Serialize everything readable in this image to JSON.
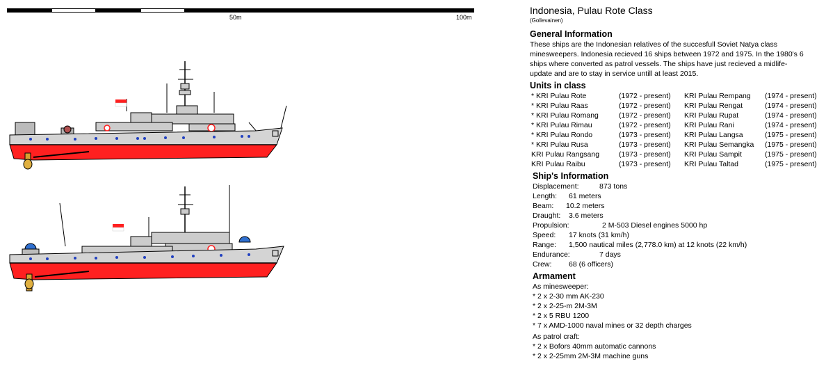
{
  "scale": {
    "label_mid": "50m",
    "label_end": "100m"
  },
  "title": "Indonesia, Pulau Rote Class",
  "subtitle": "(Gollevainen)",
  "general": {
    "heading": "General Information",
    "text": "These ships are the Indonesian relatives of the succesfull Soviet Natya class minesweepers. Indonesia recieved 16 ships between 1972 and 1975. In the 1980's 6 ships where converted as patrol vessels. The ships have just recieved a midlife-update and are to stay in service untill at least 2015."
  },
  "units": {
    "heading": "Units in class",
    "left": [
      {
        "name": "* KRI Pulau Rote",
        "years": "(1972 - present)"
      },
      {
        "name": "* KRI Pulau Raas",
        "years": "(1972 - present)"
      },
      {
        "name": "* KRI Pulau Romang",
        "years": "(1972 - present)"
      },
      {
        "name": "* KRI Pulau Rimau",
        "years": "(1972 - present)"
      },
      {
        "name": "* KRI Pulau Rondo",
        "years": "(1973 - present)"
      },
      {
        "name": "* KRI Pulau Rusa",
        "years": "(1973 - present)"
      },
      {
        "name": "KRI Pulau Rangsang",
        "years": "(1973 - present)"
      },
      {
        "name": "KRI Pulau Raibu",
        "years": "(1973 - present)"
      }
    ],
    "right": [
      {
        "name": "KRI Pulau Rempang",
        "years": "(1974 - present)"
      },
      {
        "name": "KRI Pulau Rengat",
        "years": "(1974 - present)"
      },
      {
        "name": "KRI Pulau Rupat",
        "years": "(1974 - present)"
      },
      {
        "name": "KRI Pulau Rani",
        "years": "(1974 - present)"
      },
      {
        "name": "KRI Pulau Langsa",
        "years": "(1975 - present)"
      },
      {
        "name": "KRI Pulau Semangka",
        "years": "(1975 - present)"
      },
      {
        "name": "KRI Pulau Sampit",
        "years": "(1975 - present)"
      },
      {
        "name": "KRI Pulau Taltad",
        "years": "(1975 - present)"
      }
    ]
  },
  "ship_info": {
    "heading": "Ship's Information",
    "rows": [
      {
        "k": "Displacement:",
        "v": "873 tons"
      },
      {
        "k": "Length:",
        "v": "61 meters"
      },
      {
        "k": "Beam:",
        "v": "10.2 meters"
      },
      {
        "k": "Draught:",
        "v": "3.6 meters"
      },
      {
        "k": "Propulsion:",
        "v": "2 M-503 Diesel engines 5000 hp"
      },
      {
        "k": "Speed:",
        "v": "17 knots (31 km/h)"
      },
      {
        "k": "Range:",
        "v": "1,500 nautical miles (2,778.0 km) at 12 knots (22 km/h)"
      },
      {
        "k": "Endurance:",
        "v": "7 days"
      },
      {
        "k": "Crew:",
        "v": "68 (6 officers)"
      }
    ]
  },
  "armament": {
    "heading": "Armament",
    "mine_label": "As minesweeper:",
    "mine_items": [
      "* 2 x 2-30 mm AK-230",
      "* 2 x 2-25-m 2M-3M",
      "* 2 x 5 RBU 1200",
      "* 7 x AMD-1000 naval mines or 32 depth charges"
    ],
    "patrol_label": "As patrol craft:",
    "patrol_items": [
      "* 2 x Bofors 40mm automatic cannons",
      "* 2 x 2-25mm 2M-3M machine guns"
    ]
  },
  "colors": {
    "hull_red": "#ff2020",
    "hull_grey": "#d4d4d4",
    "window_blue": "#2040c0",
    "dome_blue": "#3070d0"
  }
}
